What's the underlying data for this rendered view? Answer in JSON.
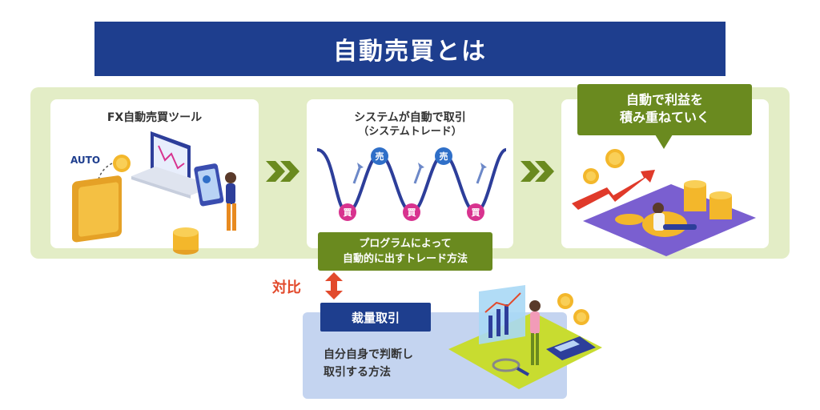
{
  "title": "自動売買とは",
  "steps": [
    {
      "label": "FX自動売買ツール",
      "auto_tag": "AUTO"
    },
    {
      "label_line1": "システムが自動で取引",
      "label_line2": "（システムトレード）",
      "sell": "売",
      "buy": "買"
    },
    {
      "callout_line1": "自動で利益を",
      "callout_line2": "積み重ねていく"
    }
  ],
  "program": {
    "line1": "プログラムによって",
    "line2": "自動的に出すトレード方法"
  },
  "contrast": {
    "label": "対比"
  },
  "discretionary": {
    "title": "裁量取引",
    "desc_line1": "自分自身で判断し",
    "desc_line2": "取引する方法"
  },
  "colors": {
    "navy": "#1e3e8e",
    "olive": "#6a8a1f",
    "band_green": "#e3edc6",
    "panel_blue": "#c4d4f0",
    "accent_red": "#e24a2c",
    "sell_blue": "#2f6fc8",
    "buy_pink": "#d8338f"
  }
}
